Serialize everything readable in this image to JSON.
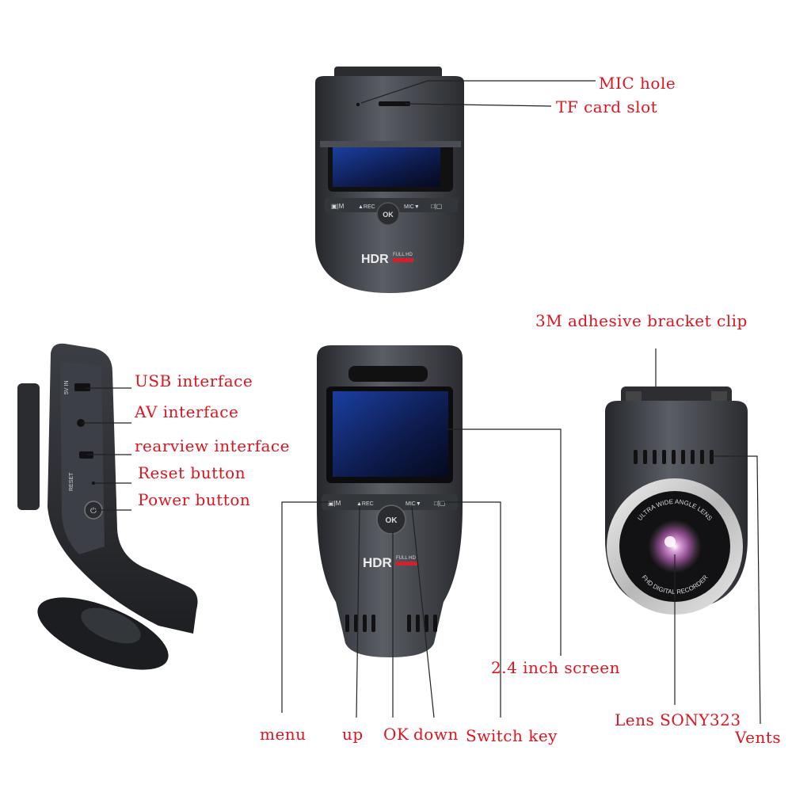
{
  "labels": {
    "mic_hole": "MIC hole",
    "tf_card_slot": "TF card slot",
    "bracket_clip": "3M adhesive bracket clip",
    "usb_interface": "USB interface",
    "av_interface": "AV interface",
    "rearview_interface": "rearview interface",
    "reset_button": "Reset button",
    "power_button": "Power button",
    "screen": "2.4 inch screen",
    "lens": "Lens SONY323",
    "vents": "Vents",
    "menu": "menu",
    "up": "up",
    "ok": "OK",
    "down": "down",
    "switch_key": "Switch key"
  },
  "device": {
    "hdr": "HDR",
    "full_hd": "FULL HD",
    "btn_rec": "▲REC",
    "btn_mic": "MIC▼",
    "btn_ok": "OK",
    "side_5v": "5V IN",
    "side_reset": "RESET",
    "lens_ring_top": "ULTRA WIDE ANGLE LENS",
    "lens_ring_bottom": "FHD DIGITAL RECORDER"
  },
  "colors": {
    "label": "#e0141e",
    "body_dark": "#2e3035",
    "body_mid": "#4a4d53",
    "screen": "#1a3a8a"
  }
}
